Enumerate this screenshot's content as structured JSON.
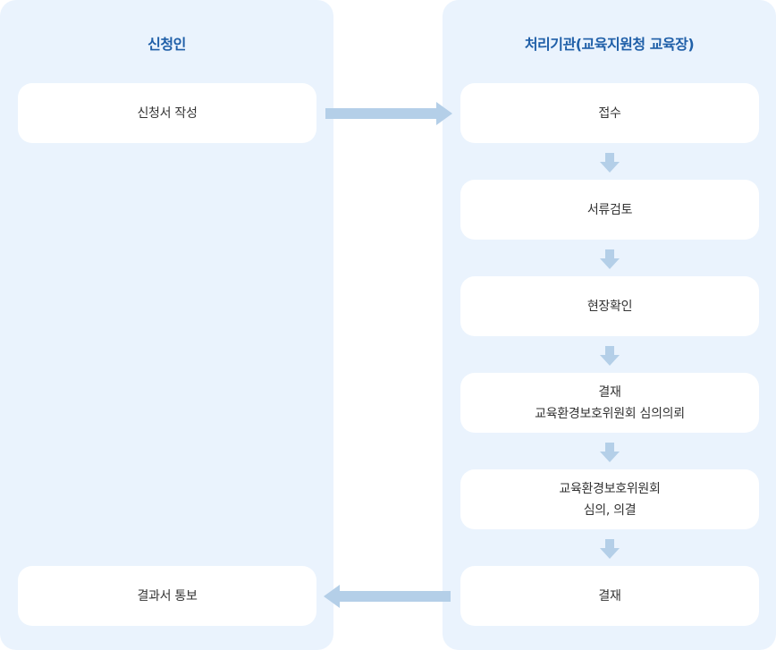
{
  "lanes": {
    "applicant": {
      "title": "신청인",
      "steps": [
        "신청서 작성",
        "결과서 통보"
      ]
    },
    "agency": {
      "title": "처리기관(교육지원청 교육장)",
      "steps": [
        {
          "line1": "접수",
          "line2": ""
        },
        {
          "line1": "서류검토",
          "line2": ""
        },
        {
          "line1": "현장확인",
          "line2": ""
        },
        {
          "line1": "결재",
          "line2": "교육환경보호위원회 심의의뢰"
        },
        {
          "line1": "교육환경보호위원회",
          "line2": "심의, 의결"
        },
        {
          "line1": "결재",
          "line2": ""
        }
      ]
    }
  },
  "colors": {
    "lane_bg": "#eaf3fd",
    "title": "#1f5fa8",
    "box_bg": "#ffffff",
    "text": "#333333",
    "arrow": "#b4cfe8"
  }
}
